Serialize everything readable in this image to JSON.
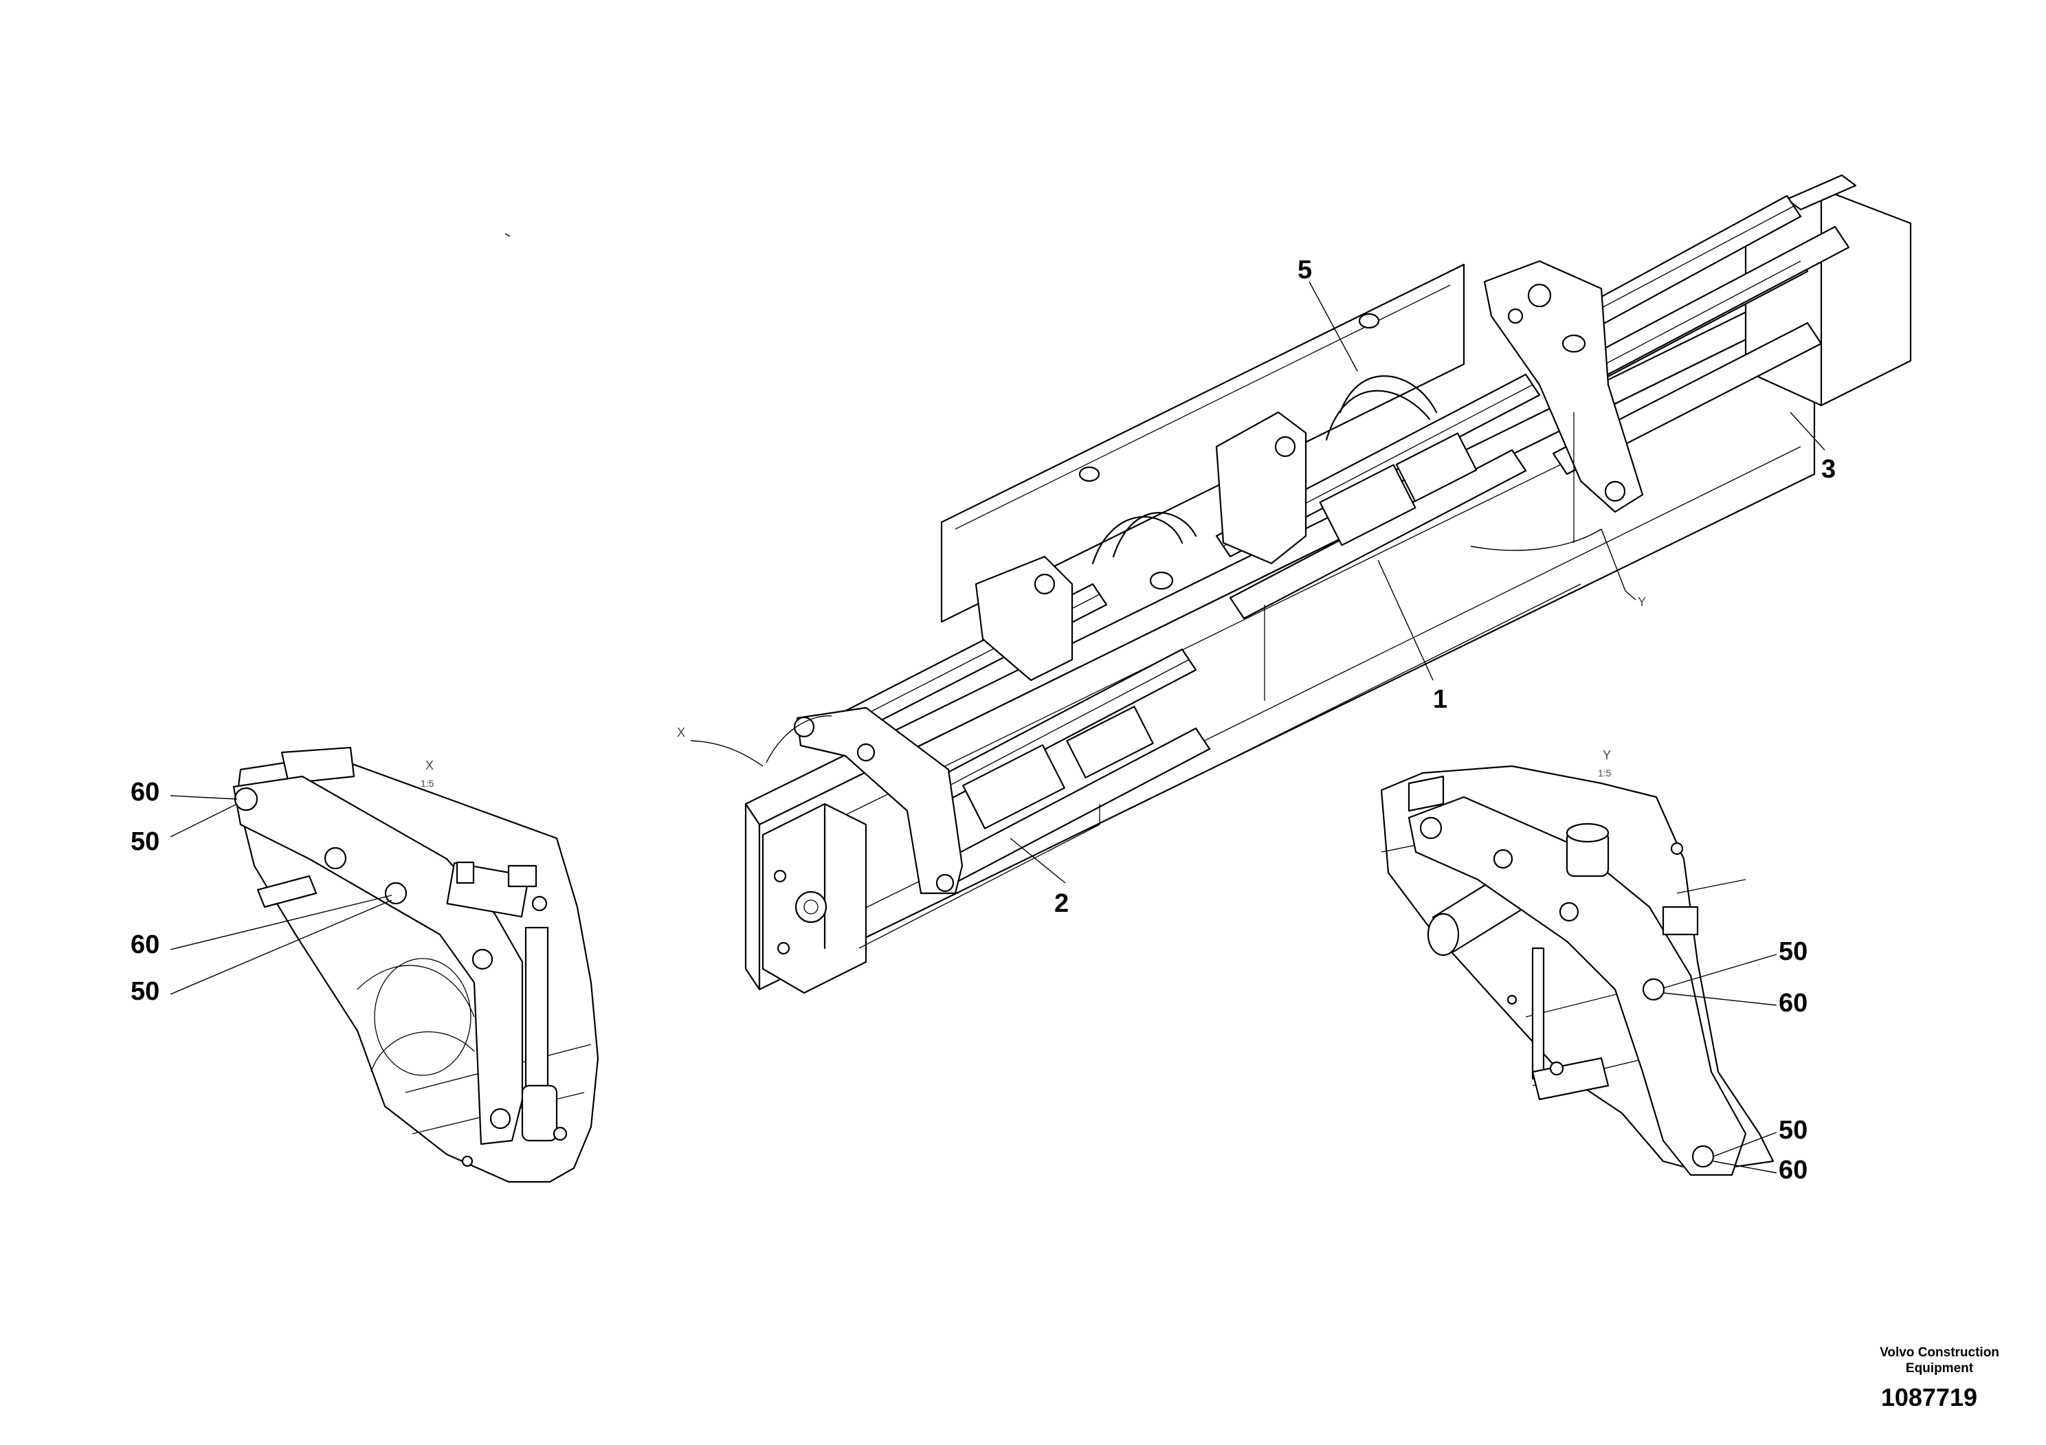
{
  "callouts": {
    "c1": "1",
    "c2": "2",
    "c3": "3",
    "c5": "5",
    "x_left": [
      "60",
      "50",
      "60",
      "50"
    ],
    "y_right": [
      "50",
      "60",
      "50",
      "60"
    ]
  },
  "views": {
    "x_pointer": "X",
    "y_pointer": "Y",
    "x_title": "X",
    "x_scale": "1:5",
    "y_title": "Y",
    "y_scale": "1:5"
  },
  "footer": {
    "brand": "Volvo Construction Equipment",
    "doc_number": "1087719"
  }
}
